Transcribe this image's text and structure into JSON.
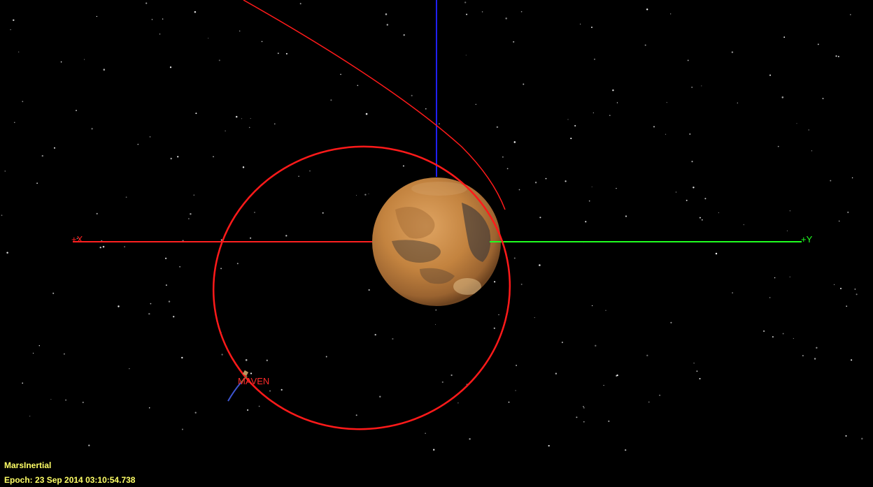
{
  "view": {
    "frame": "MarsInertial",
    "epoch_label": "Epoch:",
    "epoch": "23 Sep 2014 03:10:54.738"
  },
  "axes": {
    "x_label": "+X",
    "y_label": "+Y"
  },
  "spacecraft": {
    "name": "MAVEN"
  },
  "central_body": {
    "name": "Mars"
  },
  "colors": {
    "background": "#000000",
    "x_axis": "#ff2020",
    "y_axis": "#20ff20",
    "z_axis": "#2020ff",
    "orbit": "#ff1a1a",
    "spacecraft_label": "#ff2a2a",
    "hud_text": "#ffff66",
    "planet": "#c88a48"
  },
  "icons": {
    "spacecraft": "spacecraft-icon",
    "planet": "planet-icon"
  }
}
